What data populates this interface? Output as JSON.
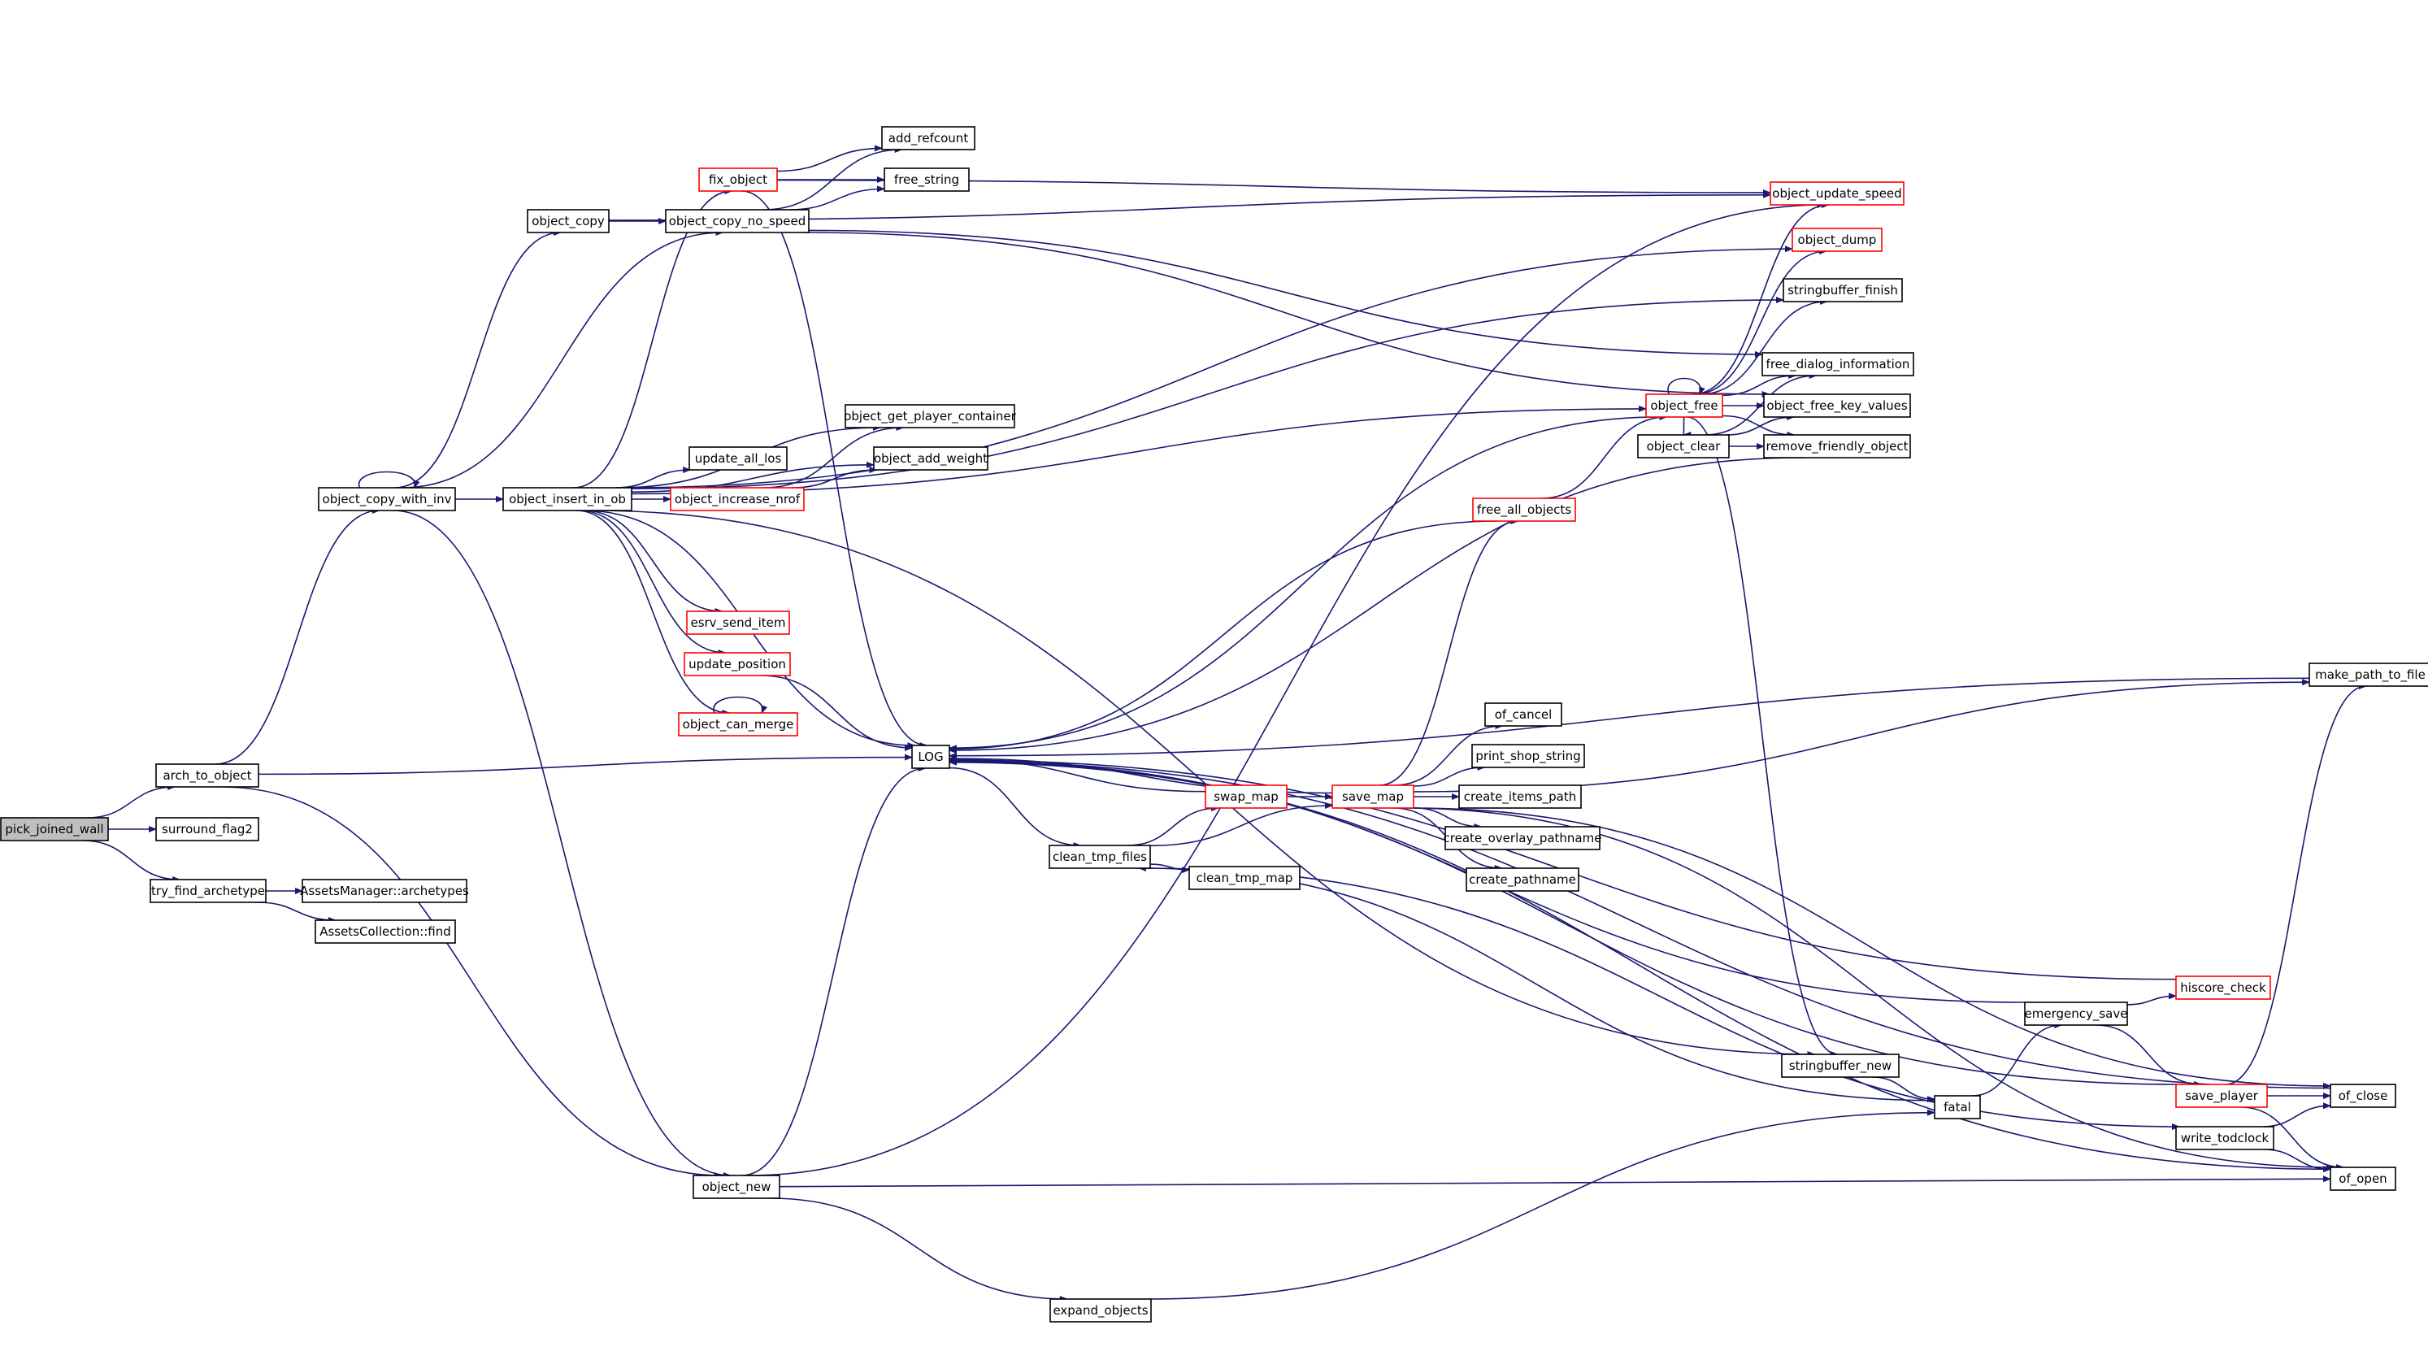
{
  "graph": {
    "root": "pick_joined_wall",
    "colors": {
      "edge": "#191970",
      "node_border": "#000000",
      "truncated_border": "#ff0000",
      "root_fill": "#bfbfbf"
    },
    "nodes": [
      {
        "id": "pick_joined_wall",
        "label": "pick_joined_wall",
        "root": true
      },
      {
        "id": "arch_to_object",
        "label": "arch_to_object"
      },
      {
        "id": "surround_flag2",
        "label": "surround_flag2"
      },
      {
        "id": "try_find_archetype",
        "label": "try_find_archetype"
      },
      {
        "id": "AssetsManager::archetypes",
        "label": "AssetsManager::archetypes"
      },
      {
        "id": "AssetsCollection::find",
        "label": "AssetsCollection::find"
      },
      {
        "id": "object_copy_with_inv",
        "label": "object_copy_with_inv"
      },
      {
        "id": "object_copy",
        "label": "object_copy"
      },
      {
        "id": "object_insert_in_ob",
        "label": "object_insert_in_ob"
      },
      {
        "id": "object_new",
        "label": "object_new"
      },
      {
        "id": "fix_object",
        "label": "fix_object",
        "truncated": true
      },
      {
        "id": "object_copy_no_speed",
        "label": "object_copy_no_speed"
      },
      {
        "id": "add_refcount",
        "label": "add_refcount"
      },
      {
        "id": "free_string",
        "label": "free_string"
      },
      {
        "id": "object_get_player_container",
        "label": "object_get_player_container"
      },
      {
        "id": "update_all_los",
        "label": "update_all_los"
      },
      {
        "id": "object_add_weight",
        "label": "object_add_weight"
      },
      {
        "id": "object_increase_nrof",
        "label": "object_increase_nrof",
        "truncated": true
      },
      {
        "id": "esrv_send_item",
        "label": "esrv_send_item",
        "truncated": true
      },
      {
        "id": "update_position",
        "label": "update_position",
        "truncated": true
      },
      {
        "id": "object_can_merge",
        "label": "object_can_merge",
        "truncated": true
      },
      {
        "id": "LOG",
        "label": "LOG"
      },
      {
        "id": "clean_tmp_files",
        "label": "clean_tmp_files"
      },
      {
        "id": "swap_map",
        "label": "swap_map",
        "truncated": true
      },
      {
        "id": "clean_tmp_map",
        "label": "clean_tmp_map"
      },
      {
        "id": "save_map",
        "label": "save_map",
        "truncated": true
      },
      {
        "id": "of_cancel",
        "label": "of_cancel"
      },
      {
        "id": "print_shop_string",
        "label": "print_shop_string"
      },
      {
        "id": "create_items_path",
        "label": "create_items_path"
      },
      {
        "id": "create_overlay_pathname",
        "label": "create_overlay_pathname"
      },
      {
        "id": "create_pathname",
        "label": "create_pathname"
      },
      {
        "id": "expand_objects",
        "label": "expand_objects"
      },
      {
        "id": "free_all_objects",
        "label": "free_all_objects",
        "truncated": true
      },
      {
        "id": "object_free",
        "label": "object_free",
        "truncated": true
      },
      {
        "id": "object_clear",
        "label": "object_clear"
      },
      {
        "id": "object_update_speed",
        "label": "object_update_speed",
        "truncated": true
      },
      {
        "id": "object_dump",
        "label": "object_dump",
        "truncated": true
      },
      {
        "id": "stringbuffer_finish",
        "label": "stringbuffer_finish"
      },
      {
        "id": "free_dialog_information",
        "label": "free_dialog_information"
      },
      {
        "id": "object_free_key_values",
        "label": "object_free_key_values"
      },
      {
        "id": "remove_friendly_object",
        "label": "remove_friendly_object"
      },
      {
        "id": "stringbuffer_new",
        "label": "stringbuffer_new"
      },
      {
        "id": "fatal",
        "label": "fatal"
      },
      {
        "id": "emergency_save",
        "label": "emergency_save"
      },
      {
        "id": "hiscore_check",
        "label": "hiscore_check",
        "truncated": true
      },
      {
        "id": "save_player",
        "label": "save_player",
        "truncated": true
      },
      {
        "id": "write_todclock",
        "label": "write_todclock"
      },
      {
        "id": "of_close",
        "label": "of_close"
      },
      {
        "id": "of_open",
        "label": "of_open"
      },
      {
        "id": "make_path_to_file",
        "label": "make_path_to_file"
      }
    ],
    "edges": [
      [
        "pick_joined_wall",
        "arch_to_object"
      ],
      [
        "pick_joined_wall",
        "surround_flag2"
      ],
      [
        "pick_joined_wall",
        "try_find_archetype"
      ],
      [
        "try_find_archetype",
        "AssetsManager::archetypes"
      ],
      [
        "try_find_archetype",
        "AssetsCollection::find"
      ],
      [
        "arch_to_object",
        "object_copy_with_inv"
      ],
      [
        "arch_to_object",
        "LOG"
      ],
      [
        "arch_to_object",
        "object_new"
      ],
      [
        "object_copy_with_inv",
        "object_copy_with_inv"
      ],
      [
        "object_copy_with_inv",
        "object_copy"
      ],
      [
        "object_copy_with_inv",
        "object_copy_no_speed"
      ],
      [
        "object_copy_with_inv",
        "object_insert_in_ob"
      ],
      [
        "object_copy_with_inv",
        "object_new"
      ],
      [
        "object_copy",
        "object_copy_no_speed"
      ],
      [
        "object_copy",
        "object_update_speed"
      ],
      [
        "object_insert_in_ob",
        "fix_object"
      ],
      [
        "object_insert_in_ob",
        "object_dump"
      ],
      [
        "object_insert_in_ob",
        "stringbuffer_finish"
      ],
      [
        "object_insert_in_ob",
        "object_free"
      ],
      [
        "object_insert_in_ob",
        "object_get_player_container"
      ],
      [
        "object_insert_in_ob",
        "update_all_los"
      ],
      [
        "object_insert_in_ob",
        "object_increase_nrof"
      ],
      [
        "object_insert_in_ob",
        "object_add_weight"
      ],
      [
        "object_insert_in_ob",
        "LOG"
      ],
      [
        "object_insert_in_ob",
        "esrv_send_item"
      ],
      [
        "object_insert_in_ob",
        "update_position"
      ],
      [
        "object_insert_in_ob",
        "object_can_merge"
      ],
      [
        "object_insert_in_ob",
        "stringbuffer_new"
      ],
      [
        "fix_object",
        "add_refcount"
      ],
      [
        "fix_object",
        "free_string"
      ],
      [
        "fix_object",
        "object_update_speed"
      ],
      [
        "fix_object",
        "LOG"
      ],
      [
        "object_copy_no_speed",
        "add_refcount"
      ],
      [
        "object_copy_no_speed",
        "free_string"
      ],
      [
        "object_copy_no_speed",
        "free_dialog_information"
      ],
      [
        "object_copy_no_speed",
        "object_free_key_values"
      ],
      [
        "object_increase_nrof",
        "object_get_player_container"
      ],
      [
        "object_increase_nrof",
        "object_add_weight"
      ],
      [
        "update_position",
        "LOG"
      ],
      [
        "object_can_merge",
        "object_can_merge"
      ],
      [
        "object_new",
        "object_update_speed"
      ],
      [
        "object_new",
        "LOG"
      ],
      [
        "object_new",
        "expand_objects"
      ],
      [
        "object_new",
        "of_open"
      ],
      [
        "LOG",
        "clean_tmp_files"
      ],
      [
        "clean_tmp_files",
        "swap_map"
      ],
      [
        "clean_tmp_files",
        "save_map"
      ],
      [
        "clean_tmp_files",
        "clean_tmp_map"
      ],
      [
        "clean_tmp_files",
        "write_todclock"
      ],
      [
        "swap_map",
        "LOG"
      ],
      [
        "swap_map",
        "save_map"
      ],
      [
        "save_map",
        "LOG"
      ],
      [
        "save_map",
        "free_all_objects"
      ],
      [
        "save_map",
        "of_cancel"
      ],
      [
        "save_map",
        "print_shop_string"
      ],
      [
        "save_map",
        "create_items_path"
      ],
      [
        "save_map",
        "create_overlay_pathname"
      ],
      [
        "save_map",
        "create_pathname"
      ],
      [
        "save_map",
        "make_path_to_file"
      ],
      [
        "save_map",
        "of_close"
      ],
      [
        "save_map",
        "of_open"
      ],
      [
        "free_all_objects",
        "LOG"
      ],
      [
        "free_all_objects",
        "object_free"
      ],
      [
        "object_free",
        "object_free"
      ],
      [
        "object_free",
        "LOG"
      ],
      [
        "object_free",
        "object_clear"
      ],
      [
        "object_free",
        "object_update_speed"
      ],
      [
        "object_free",
        "object_dump"
      ],
      [
        "object_free",
        "stringbuffer_finish"
      ],
      [
        "object_free",
        "free_dialog_information"
      ],
      [
        "object_free",
        "object_free_key_values"
      ],
      [
        "object_free",
        "remove_friendly_object"
      ],
      [
        "object_free",
        "stringbuffer_new"
      ],
      [
        "object_clear",
        "free_dialog_information"
      ],
      [
        "object_clear",
        "object_free_key_values"
      ],
      [
        "object_clear",
        "remove_friendly_object"
      ],
      [
        "remove_friendly_object",
        "LOG"
      ],
      [
        "stringbuffer_new",
        "fatal"
      ],
      [
        "fatal",
        "emergency_save"
      ],
      [
        "fatal",
        "clean_tmp_files"
      ],
      [
        "emergency_save",
        "LOG"
      ],
      [
        "emergency_save",
        "hiscore_check"
      ],
      [
        "emergency_save",
        "save_player"
      ],
      [
        "hiscore_check",
        "LOG"
      ],
      [
        "save_player",
        "LOG"
      ],
      [
        "save_player",
        "make_path_to_file"
      ],
      [
        "save_player",
        "of_close"
      ],
      [
        "save_player",
        "of_open"
      ],
      [
        "write_todclock",
        "of_close"
      ],
      [
        "write_todclock",
        "of_open"
      ],
      [
        "of_close",
        "LOG"
      ],
      [
        "of_open",
        "LOG"
      ],
      [
        "make_path_to_file",
        "LOG"
      ],
      [
        "expand_objects",
        "fatal"
      ]
    ]
  }
}
